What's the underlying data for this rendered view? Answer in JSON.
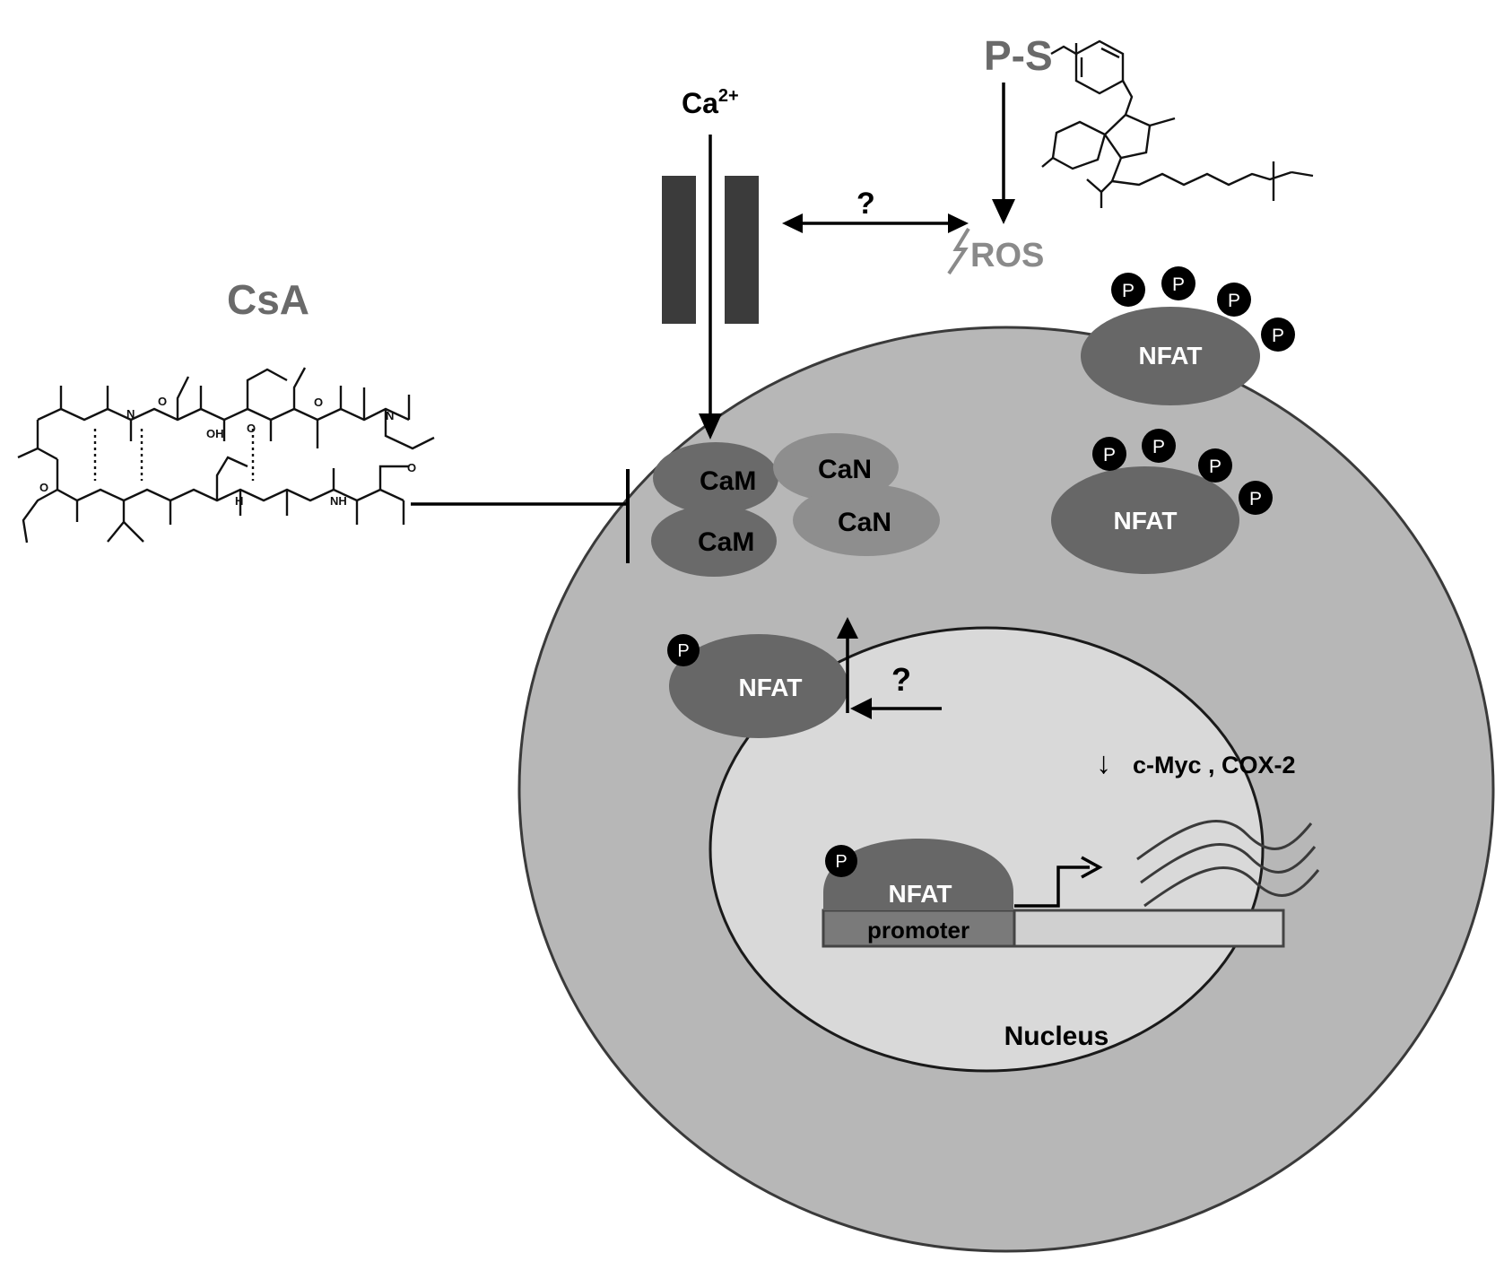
{
  "labels": {
    "calcium": "Ca",
    "calcium_charge": "2+",
    "ps": "P-S",
    "ros": "ROS",
    "question": "?",
    "csa": "CsA",
    "cam": "CaM",
    "can": "CaN",
    "nfat": "NFAT",
    "phospho": "P",
    "promoter": "promoter",
    "nucleus": "Nucleus",
    "targets": "c-Myc , COX-2",
    "down_arrow": "↓"
  },
  "colors": {
    "cell_fill": "#b7b7b7",
    "nucleus_fill": "#d9d9d9",
    "nfat_fill": "#676767",
    "cam_fill": "#6a6a6a",
    "can_fill": "#8e8e8e",
    "channel_fill": "#3b3b3b",
    "phospho_fill": "#000000",
    "promoter_fill": "#7a7a7a",
    "dna_fill": "#d0d0d0",
    "outline": "#3a3a3a"
  }
}
